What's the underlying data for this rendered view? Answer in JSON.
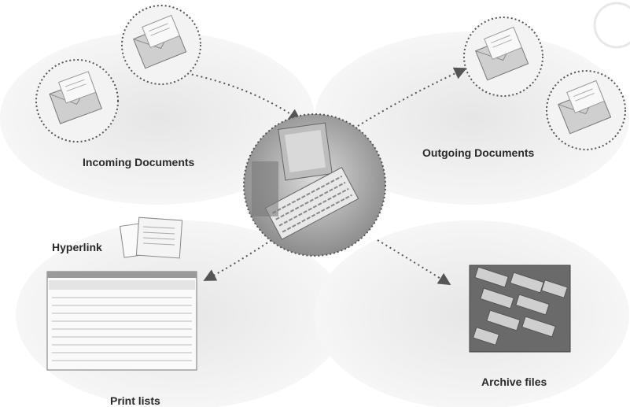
{
  "labels": {
    "incoming": "Incoming Documents",
    "outgoing": "Outgoing Documents",
    "hyperlink": "Hyperlink",
    "print_lists": "Print lists",
    "archive_files": "Archive files"
  },
  "icons": {
    "incoming_doc_1": "envelope-document-icon",
    "incoming_doc_2": "envelope-document-icon",
    "outgoing_doc_1": "envelope-document-icon",
    "outgoing_doc_2": "envelope-document-icon",
    "center_system": "computer-keyboard-icon",
    "hyperlink_doc": "printed-report-icon",
    "print_list": "print-list-screen-icon",
    "archive": "archive-cabinet-icon"
  },
  "colors": {
    "background": "#ffffff",
    "blob": "#eeeeee",
    "circle_border": "#555555",
    "arrow": "#555555",
    "label": "#2a2a2a"
  }
}
